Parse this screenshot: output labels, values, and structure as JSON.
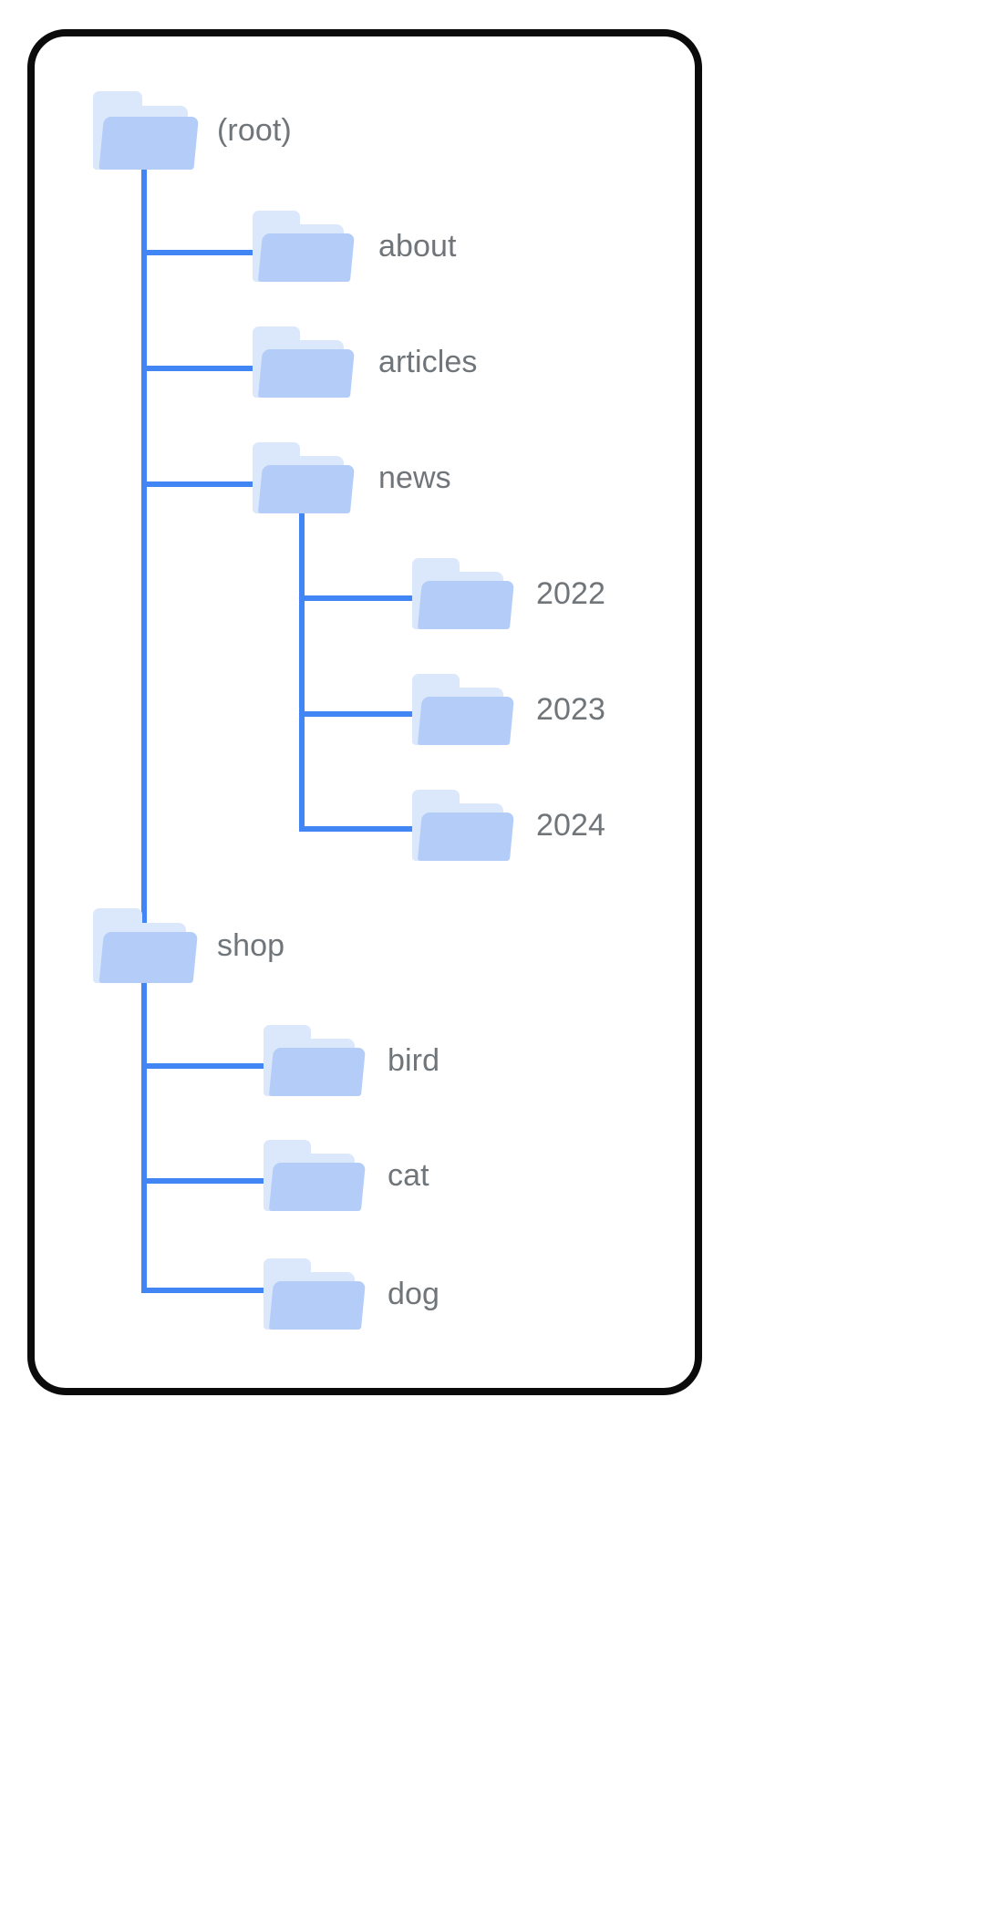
{
  "diagram": {
    "kind": "folder-tree",
    "colors": {
      "edge": "#4285f4",
      "folder_front": "#b3ccf8",
      "folder_back": "#dbe7fb",
      "label_text": "#70757a",
      "card_border": "#0b0b0c",
      "background": "#ffffff"
    },
    "icon_name": "folder-icon",
    "nodes": [
      {
        "id": "root",
        "label": "(root)",
        "depth": 0
      },
      {
        "id": "about",
        "label": "about",
        "depth": 1
      },
      {
        "id": "articles",
        "label": "articles",
        "depth": 1
      },
      {
        "id": "news",
        "label": "news",
        "depth": 1
      },
      {
        "id": "y2022",
        "label": "2022",
        "depth": 2
      },
      {
        "id": "y2023",
        "label": "2023",
        "depth": 2
      },
      {
        "id": "y2024",
        "label": "2024",
        "depth": 2
      },
      {
        "id": "shop",
        "label": "shop",
        "depth": 1
      },
      {
        "id": "bird",
        "label": "bird",
        "depth": 2
      },
      {
        "id": "cat",
        "label": "cat",
        "depth": 2
      },
      {
        "id": "dog",
        "label": "dog",
        "depth": 2
      }
    ]
  }
}
